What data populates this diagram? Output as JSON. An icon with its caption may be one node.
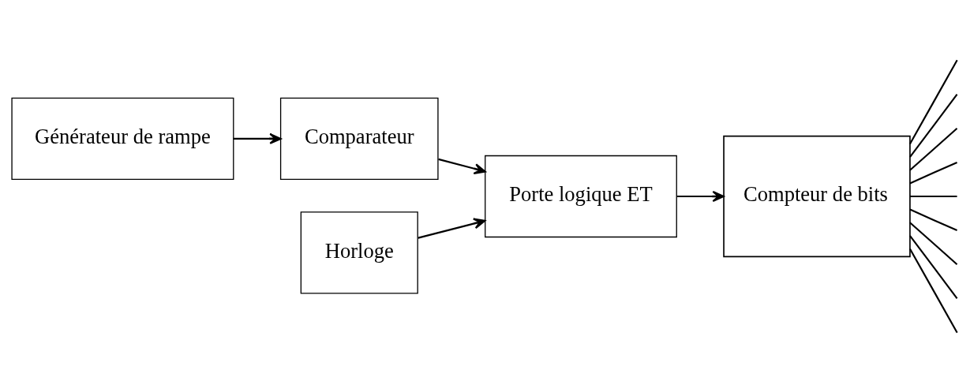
{
  "diagram": {
    "nodes": [
      {
        "text": [
          "Générateur de rampe"
        ]
      },
      {
        "text": [
          "Comparateur"
        ]
      },
      {
        "text": [
          "Porte logique ET"
        ]
      },
      {
        "text": [
          "Compteur de bits"
        ]
      },
      {
        "text": [
          "Horloge"
        ]
      }
    ],
    "edges": [
      {
        "from": 0,
        "to": 1,
        "arrow": "to"
      },
      {
        "from": 1,
        "to": 2,
        "arrow": "to"
      },
      {
        "from": 4,
        "to": 2,
        "arrow": "to"
      },
      {
        "from": 2,
        "to": 3,
        "arrow": "to"
      },
      {
        "from": 3,
        "to": null,
        "arrow": "none"
      },
      {
        "from": 3,
        "to": null,
        "arrow": "none"
      },
      {
        "from": 3,
        "to": null,
        "arrow": "none"
      },
      {
        "from": 3,
        "to": null,
        "arrow": "none"
      },
      {
        "from": 3,
        "to": null,
        "arrow": "none"
      },
      {
        "from": 3,
        "to": null,
        "arrow": "none"
      },
      {
        "from": 3,
        "to": null,
        "arrow": "none"
      },
      {
        "from": 3,
        "to": null,
        "arrow": "none"
      },
      {
        "from": 3,
        "to": null,
        "arrow": "none"
      }
    ]
  }
}
